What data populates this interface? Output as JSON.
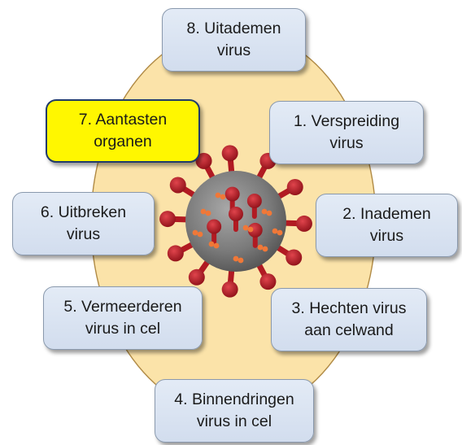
{
  "colors": {
    "ellipse_fill": "#fbe3a9",
    "ellipse_stroke": "#b08a45",
    "box_fill": "#d9e3f1",
    "box_border": "#8a99ad",
    "highlight_fill": "#fff700",
    "highlight_border": "#1f3a6b",
    "virus_body": "#7d7d7d",
    "virus_spike": "#b11a22",
    "virus_spot": "#f07838"
  },
  "illustration": {
    "icon": "coronavirus-icon"
  },
  "steps": [
    {
      "label": "1. Verspreiding\nvirus"
    },
    {
      "label": "2. Inademen\nvirus"
    },
    {
      "label": "3. Hechten virus\naan celwand"
    },
    {
      "label": "4. Binnendringen\nvirus in cel"
    },
    {
      "label": "5. Vermeerderen\nvirus in cel"
    },
    {
      "label": "6. Uitbreken\nvirus"
    },
    {
      "label": "7. Aantasten\norganen",
      "highlighted": true
    },
    {
      "label": "8. Uitademen\nvirus"
    }
  ]
}
